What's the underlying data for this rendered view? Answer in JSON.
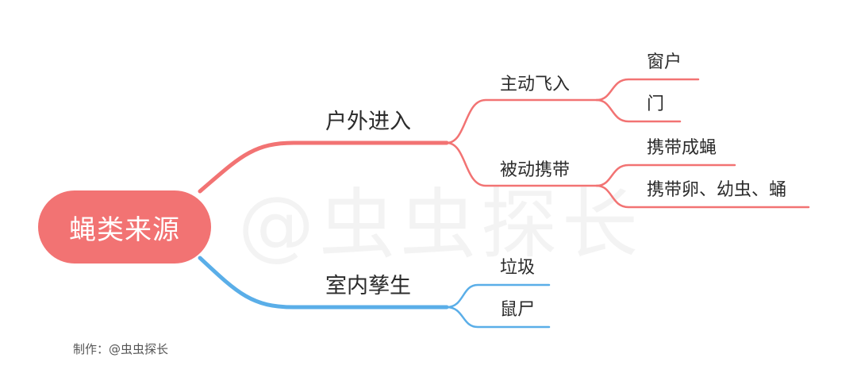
{
  "colors": {
    "outdoor_branch": "#f27373",
    "indoor_branch": "#5aaee8",
    "root_fill": "#f27373",
    "text": "#2b2b2b"
  },
  "root": {
    "label": "蝇类来源"
  },
  "branches": [
    {
      "label": "户外进入",
      "color": "outdoor",
      "children": [
        {
          "label": "主动飞入",
          "children": [
            "窗户",
            "门"
          ]
        },
        {
          "label": "被动携带",
          "children": [
            "携带成蝇",
            "携带卵、幼虫、蛹"
          ]
        }
      ]
    },
    {
      "label": "室内孳生",
      "color": "indoor",
      "children": [
        "垃圾",
        "鼠尸"
      ]
    }
  ],
  "footer": "制作：@虫虫探长",
  "watermark": "@虫虫探长"
}
